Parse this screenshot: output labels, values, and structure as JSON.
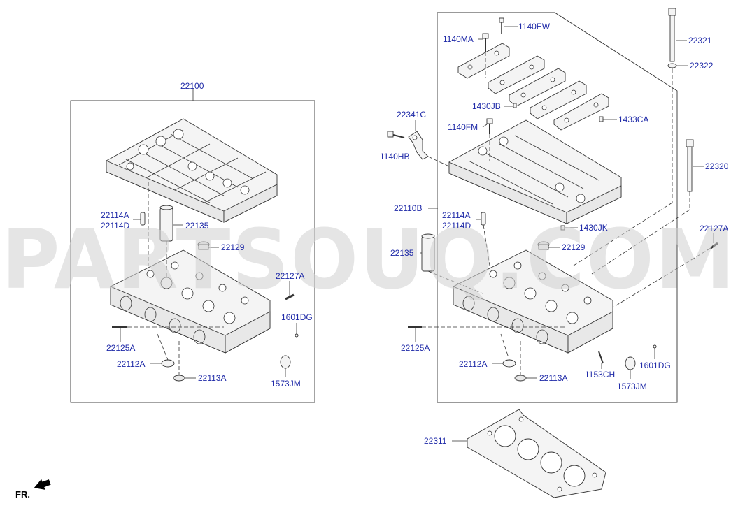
{
  "watermark": "PARTSOUQ.COM",
  "direction_label": "FR.",
  "assemblies": {
    "left_box": "22100",
    "right_box": "22110B"
  },
  "labels": [
    {
      "id": "l-22100",
      "text": "22100"
    },
    {
      "id": "l-22114A-left",
      "text": "22114A"
    },
    {
      "id": "l-22114D-left",
      "text": "22114D"
    },
    {
      "id": "l-22135-left",
      "text": "22135"
    },
    {
      "id": "l-22129-left",
      "text": "22129"
    },
    {
      "id": "l-22127A-left",
      "text": "22127A"
    },
    {
      "id": "l-1601DG-left",
      "text": "1601DG"
    },
    {
      "id": "l-22125A-left",
      "text": "22125A"
    },
    {
      "id": "l-22112A-left",
      "text": "22112A"
    },
    {
      "id": "l-22113A-left",
      "text": "22113A"
    },
    {
      "id": "l-1573JM-left",
      "text": "1573JM"
    },
    {
      "id": "l-1140MA",
      "text": "1140MA"
    },
    {
      "id": "l-1140EW",
      "text": "1140EW"
    },
    {
      "id": "l-22321",
      "text": "22321"
    },
    {
      "id": "l-22322",
      "text": "22322"
    },
    {
      "id": "l-22341C",
      "text": "22341C"
    },
    {
      "id": "l-1430JB",
      "text": "1430JB"
    },
    {
      "id": "l-1140FM",
      "text": "1140FM"
    },
    {
      "id": "l-1433CA",
      "text": "1433CA"
    },
    {
      "id": "l-1140HB",
      "text": "1140HB"
    },
    {
      "id": "l-22320",
      "text": "22320"
    },
    {
      "id": "l-22110B",
      "text": "22110B"
    },
    {
      "id": "l-22114A-right",
      "text": "22114A"
    },
    {
      "id": "l-22114D-right",
      "text": "22114D"
    },
    {
      "id": "l-1430JK",
      "text": "1430JK"
    },
    {
      "id": "l-22127A-right",
      "text": "22127A"
    },
    {
      "id": "l-22135-right",
      "text": "22135"
    },
    {
      "id": "l-22129-right",
      "text": "22129"
    },
    {
      "id": "l-22125A-right",
      "text": "22125A"
    },
    {
      "id": "l-22112A-right",
      "text": "22112A"
    },
    {
      "id": "l-22113A-right",
      "text": "22113A"
    },
    {
      "id": "l-1153CH",
      "text": "1153CH"
    },
    {
      "id": "l-1601DG-right",
      "text": "1601DG"
    },
    {
      "id": "l-1573JM-right",
      "text": "1573JM"
    },
    {
      "id": "l-22311",
      "text": "22311"
    }
  ]
}
